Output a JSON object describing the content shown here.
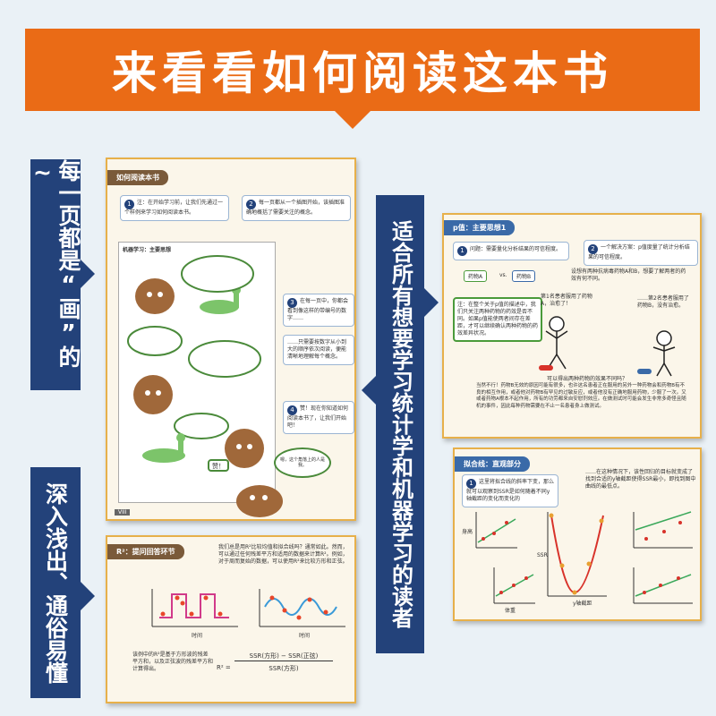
{
  "banner": {
    "title": "来看看如何阅读这本书"
  },
  "tags": {
    "left_top": "每一页都是“画”的~",
    "left_bottom": "深入浅出、通俗易懂",
    "middle": "适合所有想要学习统计学和机器学习的读者"
  },
  "page1": {
    "tab": "如何阅读本书",
    "note1": "注：在开始学习前，让我们先通过一个样例来学习如何阅读本书。",
    "note2": "每一页都从一个插图开始，该插图准确地概括了需要关注的概念。",
    "note3": "在每一页中，你都会看到像这样的带编号的数字……",
    "note3b": "……只需要按数字从小到大的顺序依次阅读，便能清晰地理解每个概念。",
    "note4": "赞！现在你知道如何阅读本书了，让我们开始吧！",
    "mini_title": "机器学习：主要思想",
    "speech": "嗯，这个角落上的人是我。",
    "zan": "赞！",
    "page_num": "VIII"
  },
  "page2": {
    "tab": "R²：提问回答环节",
    "text": "我们总是用R²比较均值和拟合线吗？通常如此。然而，可以通过任何残差平方和适用的数据来计算R²。例如，对于周而复始的数据，可以使用R²来比较方形和正弦。",
    "x_label1": "时间",
    "x_label2": "时间",
    "bottom_text": "该例中的R²是基于方形波的残差平方和，以及正弦波的残差平方和计算得出。",
    "formula_lhs": "R² =",
    "formula_num": "SSR(方形) − SSR(正弦)",
    "formula_den": "SSR(方形)"
  },
  "page3": {
    "tab": "p值：主要思想1",
    "item1": "问题：需要量化分析结果的可信程度。",
    "item2": "一个解决方案：p值度量了统计分析结果的可信程度。",
    "drug_a": "药物A",
    "vs": "vs.",
    "drug_b": "药物B",
    "desc": "设想有两种抗病毒药物A和B，想要了解两者的药效有何不同。",
    "green_note": "注：在整个关于p值的描述中，我们只关注两种药物的药效是否不同。如果p值能使两者间存在差距，才可以继续确认两种药物的药效差异状况。",
    "person1": "第1名患者服用了药物A，治愈了！",
    "person2": "……第2名患者服用了药物B，没有治愈。",
    "q": "可以得出两种药物的效果不同吗？",
    "body": "当然不行！药物B无效的原因可能有很多，也许这名患者正在服用的另外一种药物会和药物B有不良的相互作用，或者他对药物B有罕见的过敏反应，或者他没有正确地服用药物，少服了一次。又或者药物A根本不起作用，所有的功劳都来自安慰剂效应。在做测试时可能会发生非常多奇怪且随机的事件，因此每种药物需要在不止一名患者身上做测试。"
  },
  "page4": {
    "tab": "拟合线：直观部分",
    "item1": "这里将拟合线的斜率下变，那么就可以观察到SSR是如何随着不同y轴截距的变化而变化的",
    "item2": "……在这种情况下，该性回归的目标就变成了找到合适的y轴截距使得SSR最小，即找到图中曲线的最低点。",
    "axis_x": "体重",
    "axis_y": "身高",
    "axis_ssr": "SSR",
    "axis_ssr_x": "y轴截距"
  },
  "colors": {
    "banner": "#ea6b16",
    "tag": "#23427a",
    "page_border": "#e7b04a",
    "accent_green": "#4a9a3a",
    "accent_red": "#d8322a"
  }
}
